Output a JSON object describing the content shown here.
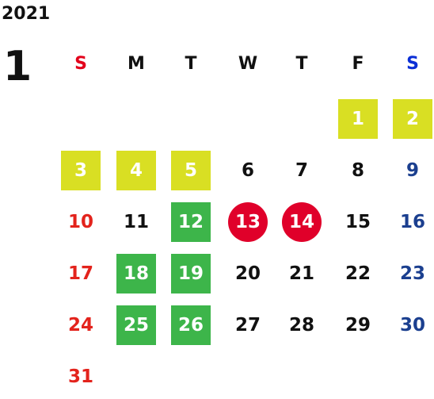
{
  "year": "2021",
  "month": "1",
  "weekdays": [
    "S",
    "M",
    "T",
    "W",
    "T",
    "F",
    "S"
  ],
  "days": [
    "1",
    "2",
    "3",
    "4",
    "5",
    "6",
    "7",
    "8",
    "9",
    "10",
    "11",
    "12",
    "13",
    "14",
    "15",
    "16",
    "17",
    "18",
    "19",
    "20",
    "21",
    "22",
    "23",
    "24",
    "25",
    "26",
    "27",
    "28",
    "29",
    "30",
    "31"
  ],
  "first_weekday_index": 5,
  "highlights": {
    "yellow_box": [
      1,
      2,
      3,
      4,
      5
    ],
    "green_box": [
      12,
      18,
      19,
      25,
      26
    ],
    "red_circle": [
      13,
      14
    ]
  },
  "colors": {
    "sunday": "#e3231c",
    "saturday": "#1b3f8f",
    "yellow_box": "#d9df23",
    "green_box": "#3db54a",
    "red_circle": "#e0002a"
  }
}
